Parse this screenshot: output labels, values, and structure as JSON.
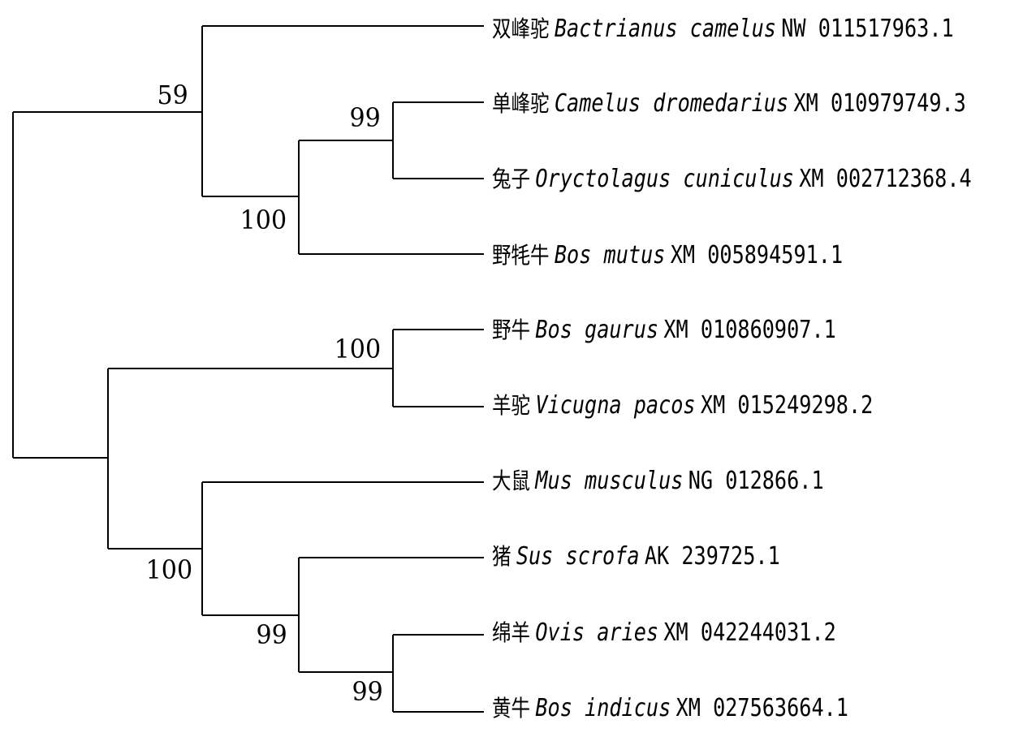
{
  "tree": {
    "leaves": [
      {
        "chinese": "双峰驼",
        "species": "Bactrianus camelus",
        "accession": "NW 011517963.1"
      },
      {
        "chinese": "单峰驼",
        "species": "Camelus dromedarius",
        "accession": "XM 010979749.3"
      },
      {
        "chinese": "兔子",
        "species": "Oryctolagus cuniculus",
        "accession": "XM 002712368.4"
      },
      {
        "chinese": "野牦牛",
        "species": "Bos mutus",
        "accession": "XM 005894591.1"
      },
      {
        "chinese": "野牛",
        "species": "Bos gaurus",
        "accession": "XM 010860907.1"
      },
      {
        "chinese": "羊驼",
        "species": "Vicugna pacos",
        "accession": "XM 015249298.2"
      },
      {
        "chinese": "大鼠",
        "species": "Mus musculus",
        "accession": "NG 012866.1"
      },
      {
        "chinese": "猪",
        "species": "Sus scrofa",
        "accession": "AK 239725.1"
      },
      {
        "chinese": "绵羊",
        "species": "Ovis aries",
        "accession": "XM 042244031.2"
      },
      {
        "chinese": "黄牛",
        "species": "Bos indicus",
        "accession": "XM 027563664.1"
      }
    ],
    "bootstrap": [
      {
        "node": "clade-bactrian-dromedary-rabbit-yak",
        "value": "59"
      },
      {
        "node": "clade-dromedary-rabbit",
        "value": "99"
      },
      {
        "node": "clade-dromedary-rabbit-yak",
        "value": "100"
      },
      {
        "node": "clade-gaur-alpaca",
        "value": "100"
      },
      {
        "node": "clade-rat-pig-sheep-cattle",
        "value": "100"
      },
      {
        "node": "clade-pig-sheep-cattle",
        "value": "99"
      },
      {
        "node": "clade-sheep-cattle",
        "value": "99"
      }
    ]
  }
}
